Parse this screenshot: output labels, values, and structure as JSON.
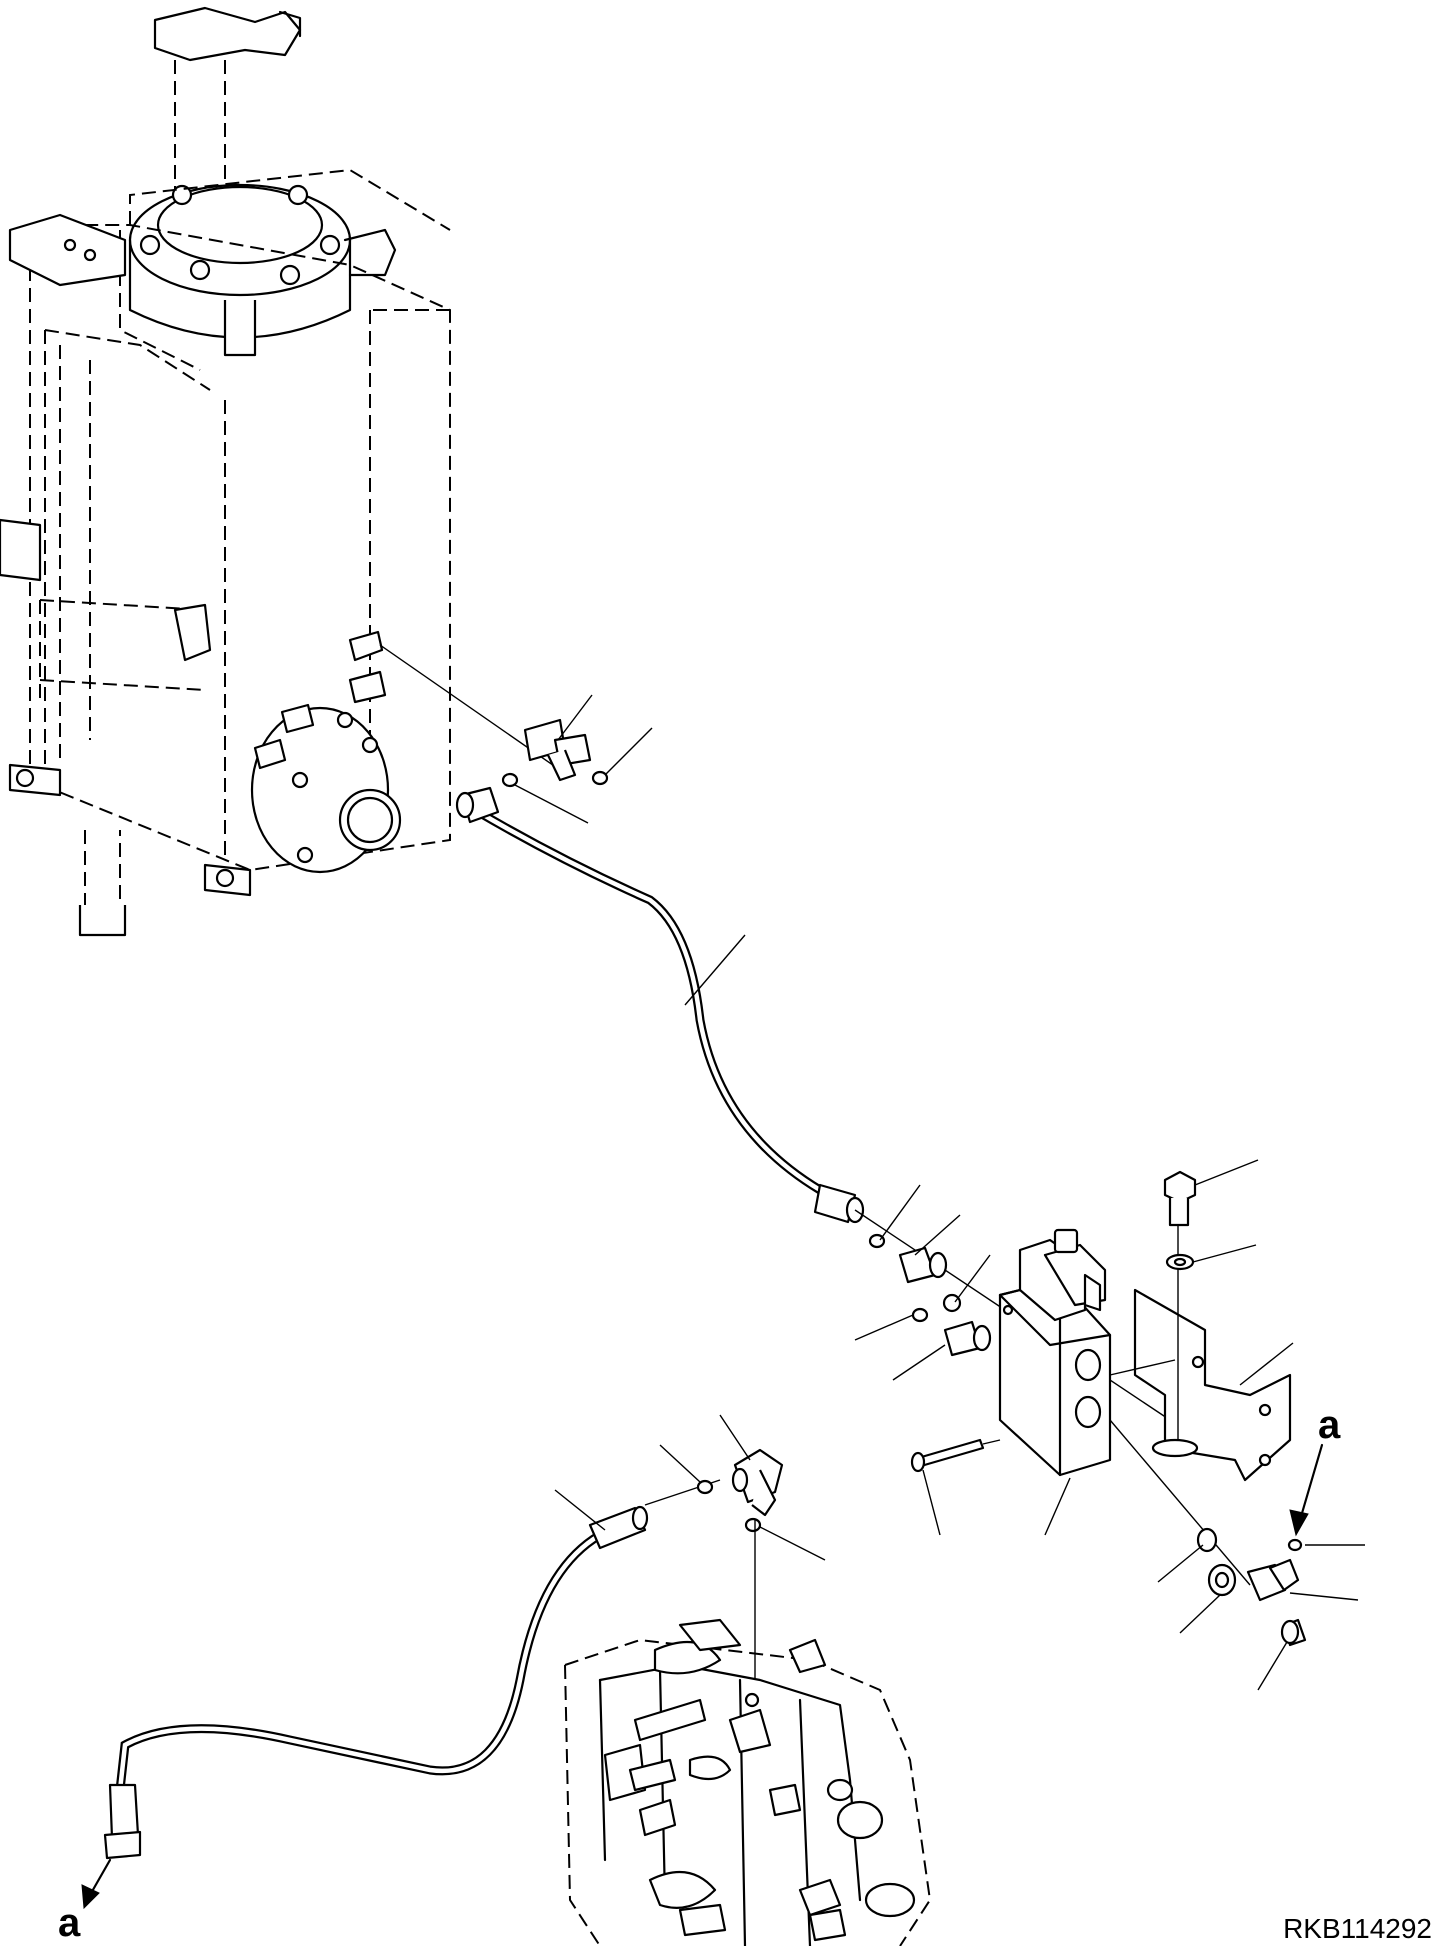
{
  "diagram": {
    "drawing_code": "RKB114292",
    "connection_labels": {
      "upper": "a",
      "lower": "a"
    }
  }
}
